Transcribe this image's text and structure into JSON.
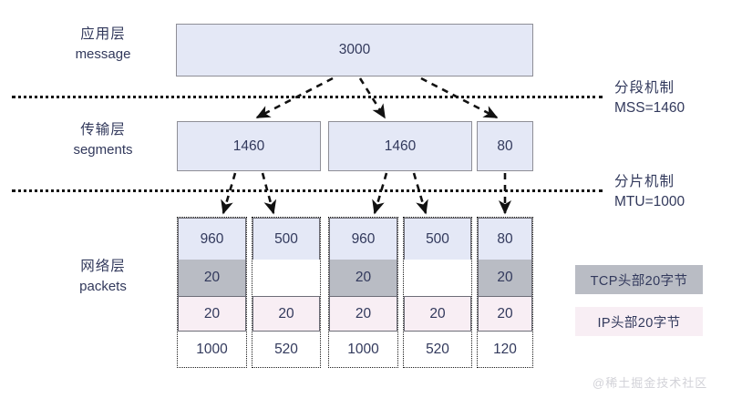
{
  "diagram": {
    "title_watermark": "@稀土掘金技术社区",
    "colors": {
      "payload": "#e4e8f6",
      "tcp_header": "#b9bcc4",
      "ip_header": "#f8eef4",
      "text": "#32395c",
      "border": "#6d6d77",
      "dotted": "#111111"
    }
  },
  "layers": [
    {
      "cn": "应用层",
      "en": "message"
    },
    {
      "cn": "传输层",
      "en": "segments"
    },
    {
      "cn": "网络层",
      "en": "packets"
    }
  ],
  "application_layer": {
    "message_size": "3000"
  },
  "transport_layer": {
    "segments": [
      {
        "size": "1460"
      },
      {
        "size": "1460"
      },
      {
        "size": "80"
      }
    ]
  },
  "network_layer": {
    "packets": [
      {
        "payload": "960",
        "tcp_header": "20",
        "ip_header": "20",
        "total": "1000",
        "has_tcp_header": true
      },
      {
        "payload": "500",
        "tcp_header": "",
        "ip_header": "20",
        "total": "520",
        "has_tcp_header": false
      },
      {
        "payload": "960",
        "tcp_header": "20",
        "ip_header": "20",
        "total": "1000",
        "has_tcp_header": true
      },
      {
        "payload": "500",
        "tcp_header": "",
        "ip_header": "20",
        "total": "520",
        "has_tcp_header": false
      },
      {
        "payload": "80",
        "tcp_header": "20",
        "ip_header": "20",
        "total": "120",
        "has_tcp_header": true
      }
    ]
  },
  "annotations": [
    {
      "cn": "分段机制",
      "en": "MSS=1460"
    },
    {
      "cn": "分片机制",
      "en": "MTU=1000"
    }
  ],
  "legend": [
    {
      "label": "TCP头部20字节",
      "color": "#b9bcc4"
    },
    {
      "label": "IP头部20字节",
      "color": "#f8eef4"
    }
  ]
}
